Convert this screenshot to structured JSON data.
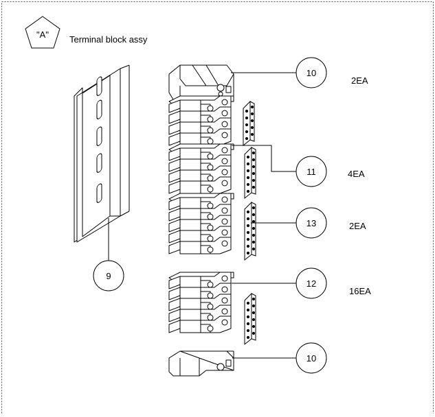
{
  "header": {
    "section_tag": "\"A\"",
    "title": "Terminal block assy"
  },
  "callouts": [
    {
      "id": "callout-top-end-cap",
      "number": "10",
      "quantity": "2EA"
    },
    {
      "id": "callout-jumper-a",
      "number": "11",
      "quantity": "4EA"
    },
    {
      "id": "callout-jumper-b",
      "number": "13",
      "quantity": "2EA"
    },
    {
      "id": "callout-terminal",
      "number": "12",
      "quantity": "16EA"
    },
    {
      "id": "callout-bottom-end-cap",
      "number": "10",
      "quantity": ""
    },
    {
      "id": "callout-din-rail",
      "number": "9",
      "quantity": ""
    }
  ],
  "colors": {
    "line": "#000000",
    "frame": "#555555",
    "background": "#ffffff"
  }
}
